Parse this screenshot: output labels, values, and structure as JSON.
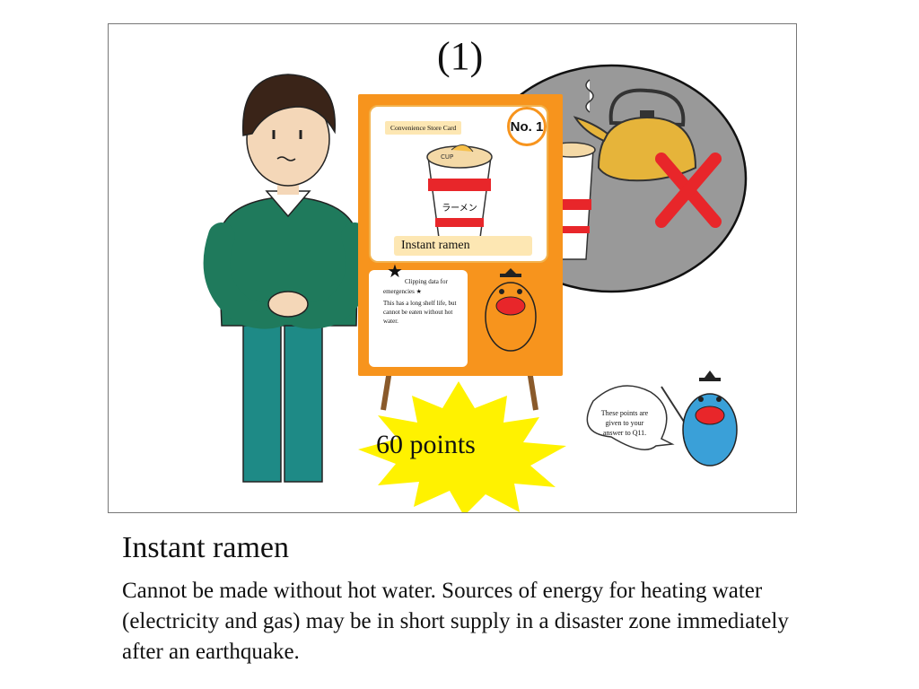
{
  "frame": {
    "number": "(1)"
  },
  "card": {
    "type_label": "Convenience Store Card",
    "number_badge": "No. 1",
    "item_name": "Instant ramen",
    "star_symbol": "★",
    "clip_line1": "Clipping data for",
    "clip_line2": "emergencies ★",
    "description": "This has a long shelf life, but cannot be eaten without hot water.",
    "cup_text": "ラーメン",
    "cup_lid_text": "CUP"
  },
  "burst": {
    "points": "60 points"
  },
  "speech_bubble": {
    "text": "These points are given to your answer to Q11."
  },
  "caption": {
    "title": "Instant ramen",
    "body": "Cannot be made without hot water. Sources of energy for heating water (electricity and gas) may be in short supply in a disaster zone immediately after an earthquake."
  },
  "colors": {
    "card_orange": "#f7941d",
    "card_cream": "#fde7b3",
    "ellipse_gray": "#999999",
    "shirt_green": "#1f7a5c",
    "pants_teal": "#1e8a86",
    "burst_yellow": "#fff200",
    "cross_red": "#e8262a",
    "mascot_orange": "#f7941d",
    "mascot_blue": "#3aa0d8"
  },
  "icons": [
    "kettle-icon",
    "red-cross-icon",
    "steam-icon"
  ]
}
